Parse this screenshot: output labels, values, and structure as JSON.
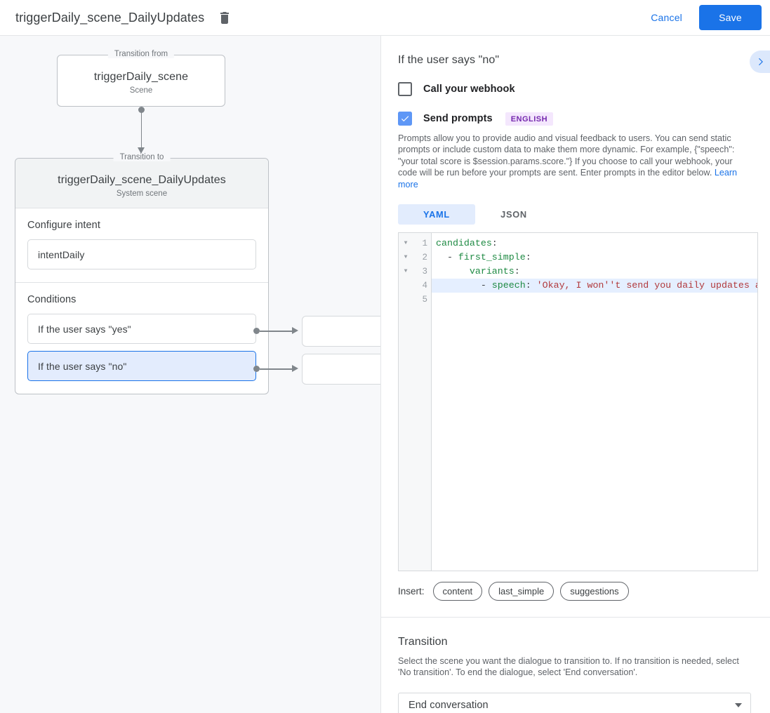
{
  "topbar": {
    "title": "triggerDaily_scene_DailyUpdates",
    "delete_icon": "trash-icon",
    "cancel_label": "Cancel",
    "save_label": "Save",
    "save_color": "#1a73e8",
    "link_color": "#1a73e8"
  },
  "graph": {
    "from": {
      "legend": "Transition from",
      "title": "triggerDaily_scene",
      "subtitle": "Scene"
    },
    "to": {
      "legend": "Transition to",
      "title": "triggerDaily_scene_DailyUpdates",
      "subtitle": "System scene",
      "intent_section_label": "Configure intent",
      "intent_value": "intentDaily",
      "conditions_label": "Conditions",
      "conditions": [
        {
          "label": "If the user says \"yes\"",
          "selected": false
        },
        {
          "label": "If the user says \"no\"",
          "selected": true
        }
      ]
    }
  },
  "panel": {
    "title": "If the user says \"no\"",
    "collapse_icon": "chevron-right-icon",
    "webhook": {
      "label": "Call your webhook",
      "checked": false
    },
    "prompts": {
      "label": "Send prompts",
      "checked": true,
      "badge": "ENGLISH",
      "badge_bg": "#f4e7fd",
      "badge_fg": "#7529ae",
      "description": "Prompts allow you to provide audio and visual feedback to users. You can send static prompts or include custom data to make them more dynamic. For example, {\"speech\": \"your total score is $session.params.score.\"} If you choose to call your webhook, your code will be run before your prompts are sent. Enter prompts in the editor below.",
      "learn_more": "Learn more"
    },
    "tabs": [
      {
        "label": "YAML",
        "active": true
      },
      {
        "label": "JSON",
        "active": false
      }
    ],
    "editor": {
      "lines": [
        {
          "num": "1",
          "fold": true,
          "highlight": false,
          "tokens": [
            {
              "t": "candidates",
              "c": "key"
            },
            {
              "t": ":",
              "c": "punct"
            }
          ]
        },
        {
          "num": "2",
          "fold": true,
          "highlight": false,
          "tokens": [
            {
              "t": "  - ",
              "c": "punct"
            },
            {
              "t": "first_simple",
              "c": "key"
            },
            {
              "t": ":",
              "c": "punct"
            }
          ]
        },
        {
          "num": "3",
          "fold": true,
          "highlight": false,
          "tokens": [
            {
              "t": "      ",
              "c": "punct"
            },
            {
              "t": "variants",
              "c": "key"
            },
            {
              "t": ":",
              "c": "punct"
            }
          ]
        },
        {
          "num": "4",
          "fold": false,
          "highlight": true,
          "tokens": [
            {
              "t": "        - ",
              "c": "punct"
            },
            {
              "t": "speech",
              "c": "key"
            },
            {
              "t": ": ",
              "c": "punct"
            },
            {
              "t": "'Okay, I won''t send you daily updates anymore.'",
              "c": "str"
            }
          ]
        },
        {
          "num": "5",
          "fold": false,
          "highlight": false,
          "tokens": []
        }
      ],
      "fold_glyph": "▼"
    },
    "insert": {
      "label": "Insert:",
      "chips": [
        "content",
        "last_simple",
        "suggestions"
      ]
    },
    "transition": {
      "title": "Transition",
      "description": "Select the scene you want the dialogue to transition to. If no transition is needed, select 'No transition'. To end the dialogue, select 'End conversation'.",
      "selected": "End conversation"
    }
  }
}
